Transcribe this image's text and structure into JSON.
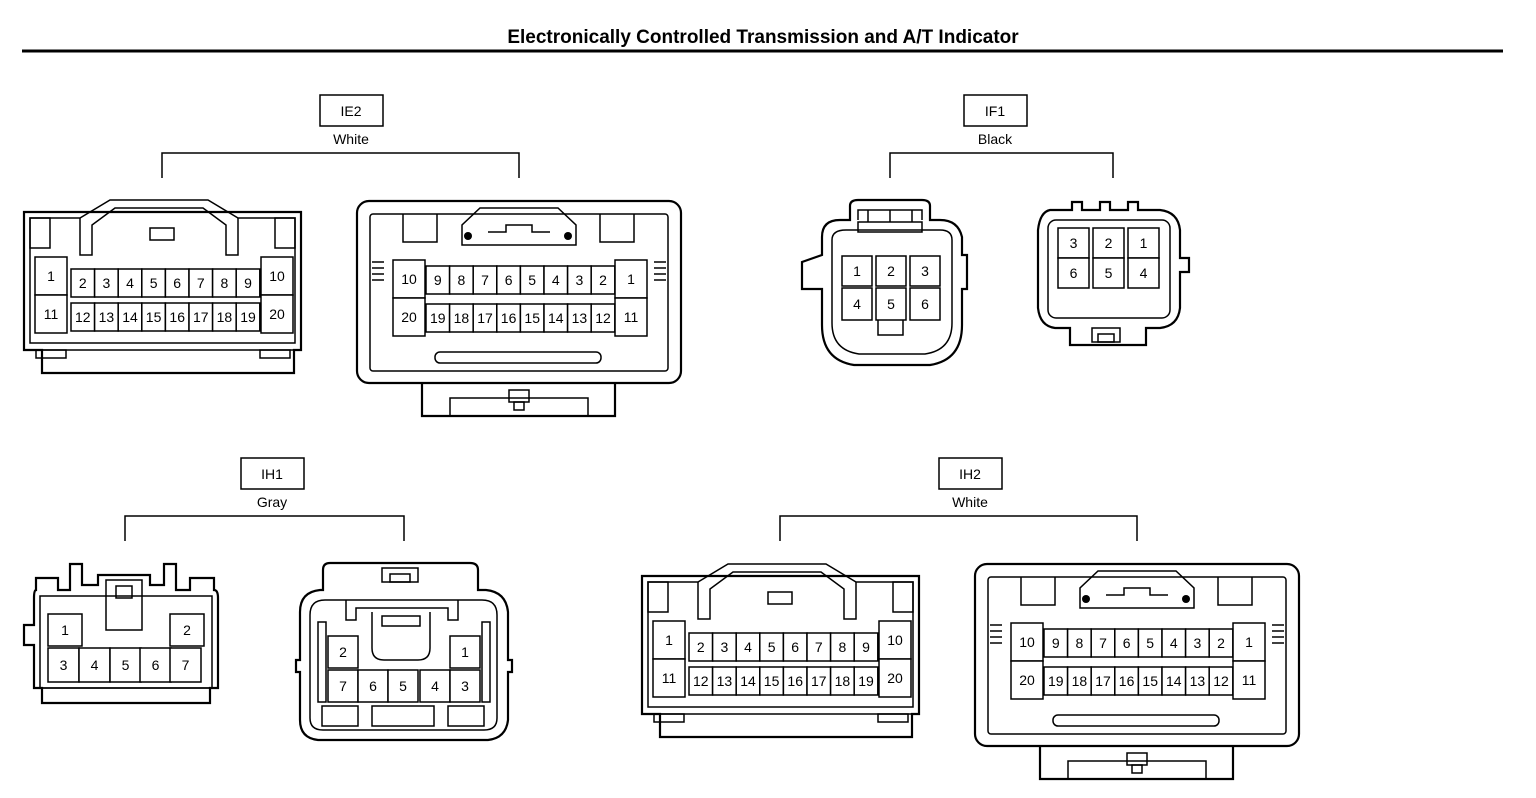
{
  "title": "Electronically Controlled Transmission and A/T Indicator",
  "connectors": {
    "ie2": {
      "code": "IE2",
      "color": "White"
    },
    "if1": {
      "code": "IF1",
      "color": "Black"
    },
    "ih1": {
      "code": "IH1",
      "color": "Gray"
    },
    "ih2": {
      "code": "IH2",
      "color": "White"
    }
  },
  "pins": {
    "p20_female": [
      "1",
      "2",
      "3",
      "4",
      "5",
      "6",
      "7",
      "8",
      "9",
      "10",
      "11",
      "12",
      "13",
      "14",
      "15",
      "16",
      "17",
      "18",
      "19",
      "20"
    ],
    "p20_male": [
      "10",
      "9",
      "8",
      "7",
      "6",
      "5",
      "4",
      "3",
      "2",
      "1",
      "20",
      "19",
      "18",
      "17",
      "16",
      "15",
      "14",
      "13",
      "12",
      "11"
    ],
    "p6_female": [
      "1",
      "2",
      "3",
      "4",
      "5",
      "6"
    ],
    "p6_male": [
      "3",
      "2",
      "1",
      "6",
      "5",
      "4"
    ],
    "p7_female": [
      "1",
      "2",
      "3",
      "4",
      "5",
      "6",
      "7"
    ],
    "p7_male": [
      "2",
      "1",
      "7",
      "6",
      "5",
      "4",
      "3"
    ]
  }
}
